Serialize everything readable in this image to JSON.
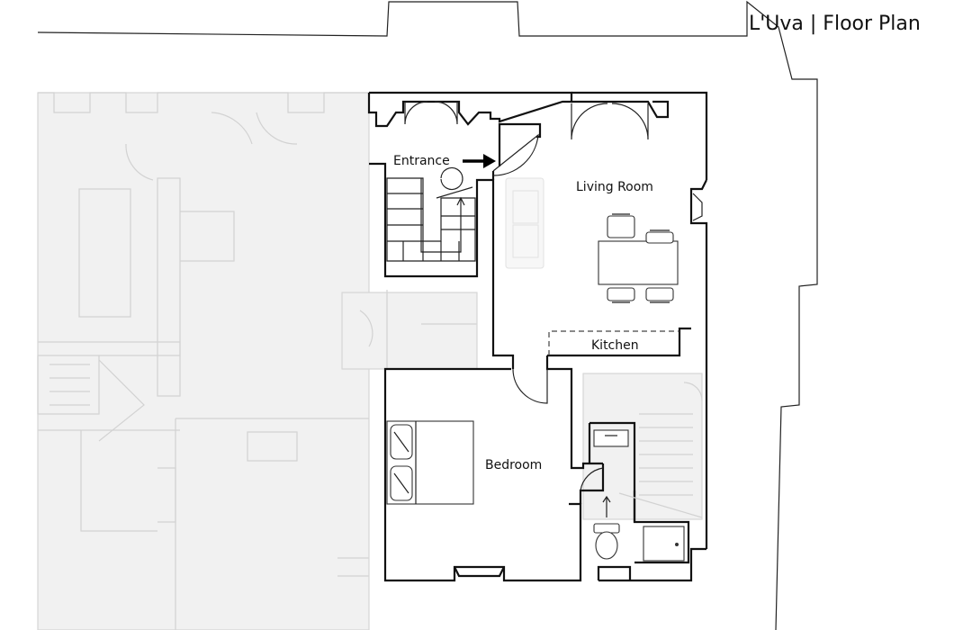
{
  "title": "L'Uva | Floor Plan",
  "rooms": {
    "entrance": "Entrance",
    "living_room": "Living Room",
    "kitchen": "Kitchen",
    "bedroom": "Bedroom"
  },
  "colors": {
    "wall": "#111111",
    "ghost_fill": "#f1f1f1",
    "ghost_stroke": "#d6d6d6",
    "background": "#ffffff"
  },
  "icons": [
    "arrow-right-icon",
    "door-swing-icon",
    "stairs-icon",
    "toilet-icon",
    "bed-icon",
    "sofa-icon",
    "dining-table-icon"
  ]
}
